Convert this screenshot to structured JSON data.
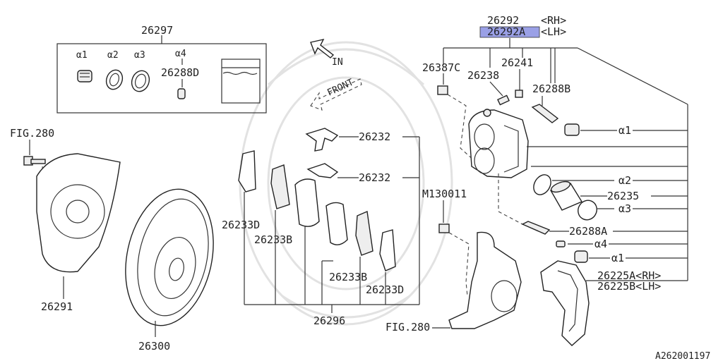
{
  "colors": {
    "highlight": "#9aa0e6",
    "line": "#333333",
    "watermark": "#dddddd"
  },
  "labels": {
    "kit_26297": "26297",
    "a1_top": "α1",
    "a2_top": "α2",
    "a3_top": "α3",
    "a4_top": "α4",
    "p26288D": "26288D",
    "in": "IN",
    "front": "FRONT",
    "fig280_top": "FIG.280",
    "p26291": "26291",
    "p26300": "26300",
    "p26232_a": "26232",
    "p26232_b": "26232",
    "p26233D_a": "26233D",
    "p26233B_a": "26233B",
    "p26233B_b": "26233B",
    "p26233D_b": "26233D",
    "p26296": "26296",
    "p26292": "26292",
    "rh": "<RH>",
    "p26292A": "26292A",
    "lh": "<LH>",
    "p26387C": "26387C",
    "p26238": "26238",
    "p26241": "26241",
    "p26288B": "26288B",
    "a1_r1": "α1",
    "a2_r": "α2",
    "p26235": "26235",
    "a3_r": "α3",
    "m130011": "M130011",
    "p26288A": "26288A",
    "a4_r": "α4",
    "a1_r2": "α1",
    "p26225A": "26225A<RH>",
    "p26225B": "26225B<LH>",
    "fig280_bottom": "FIG.280",
    "code": "A262001197"
  }
}
